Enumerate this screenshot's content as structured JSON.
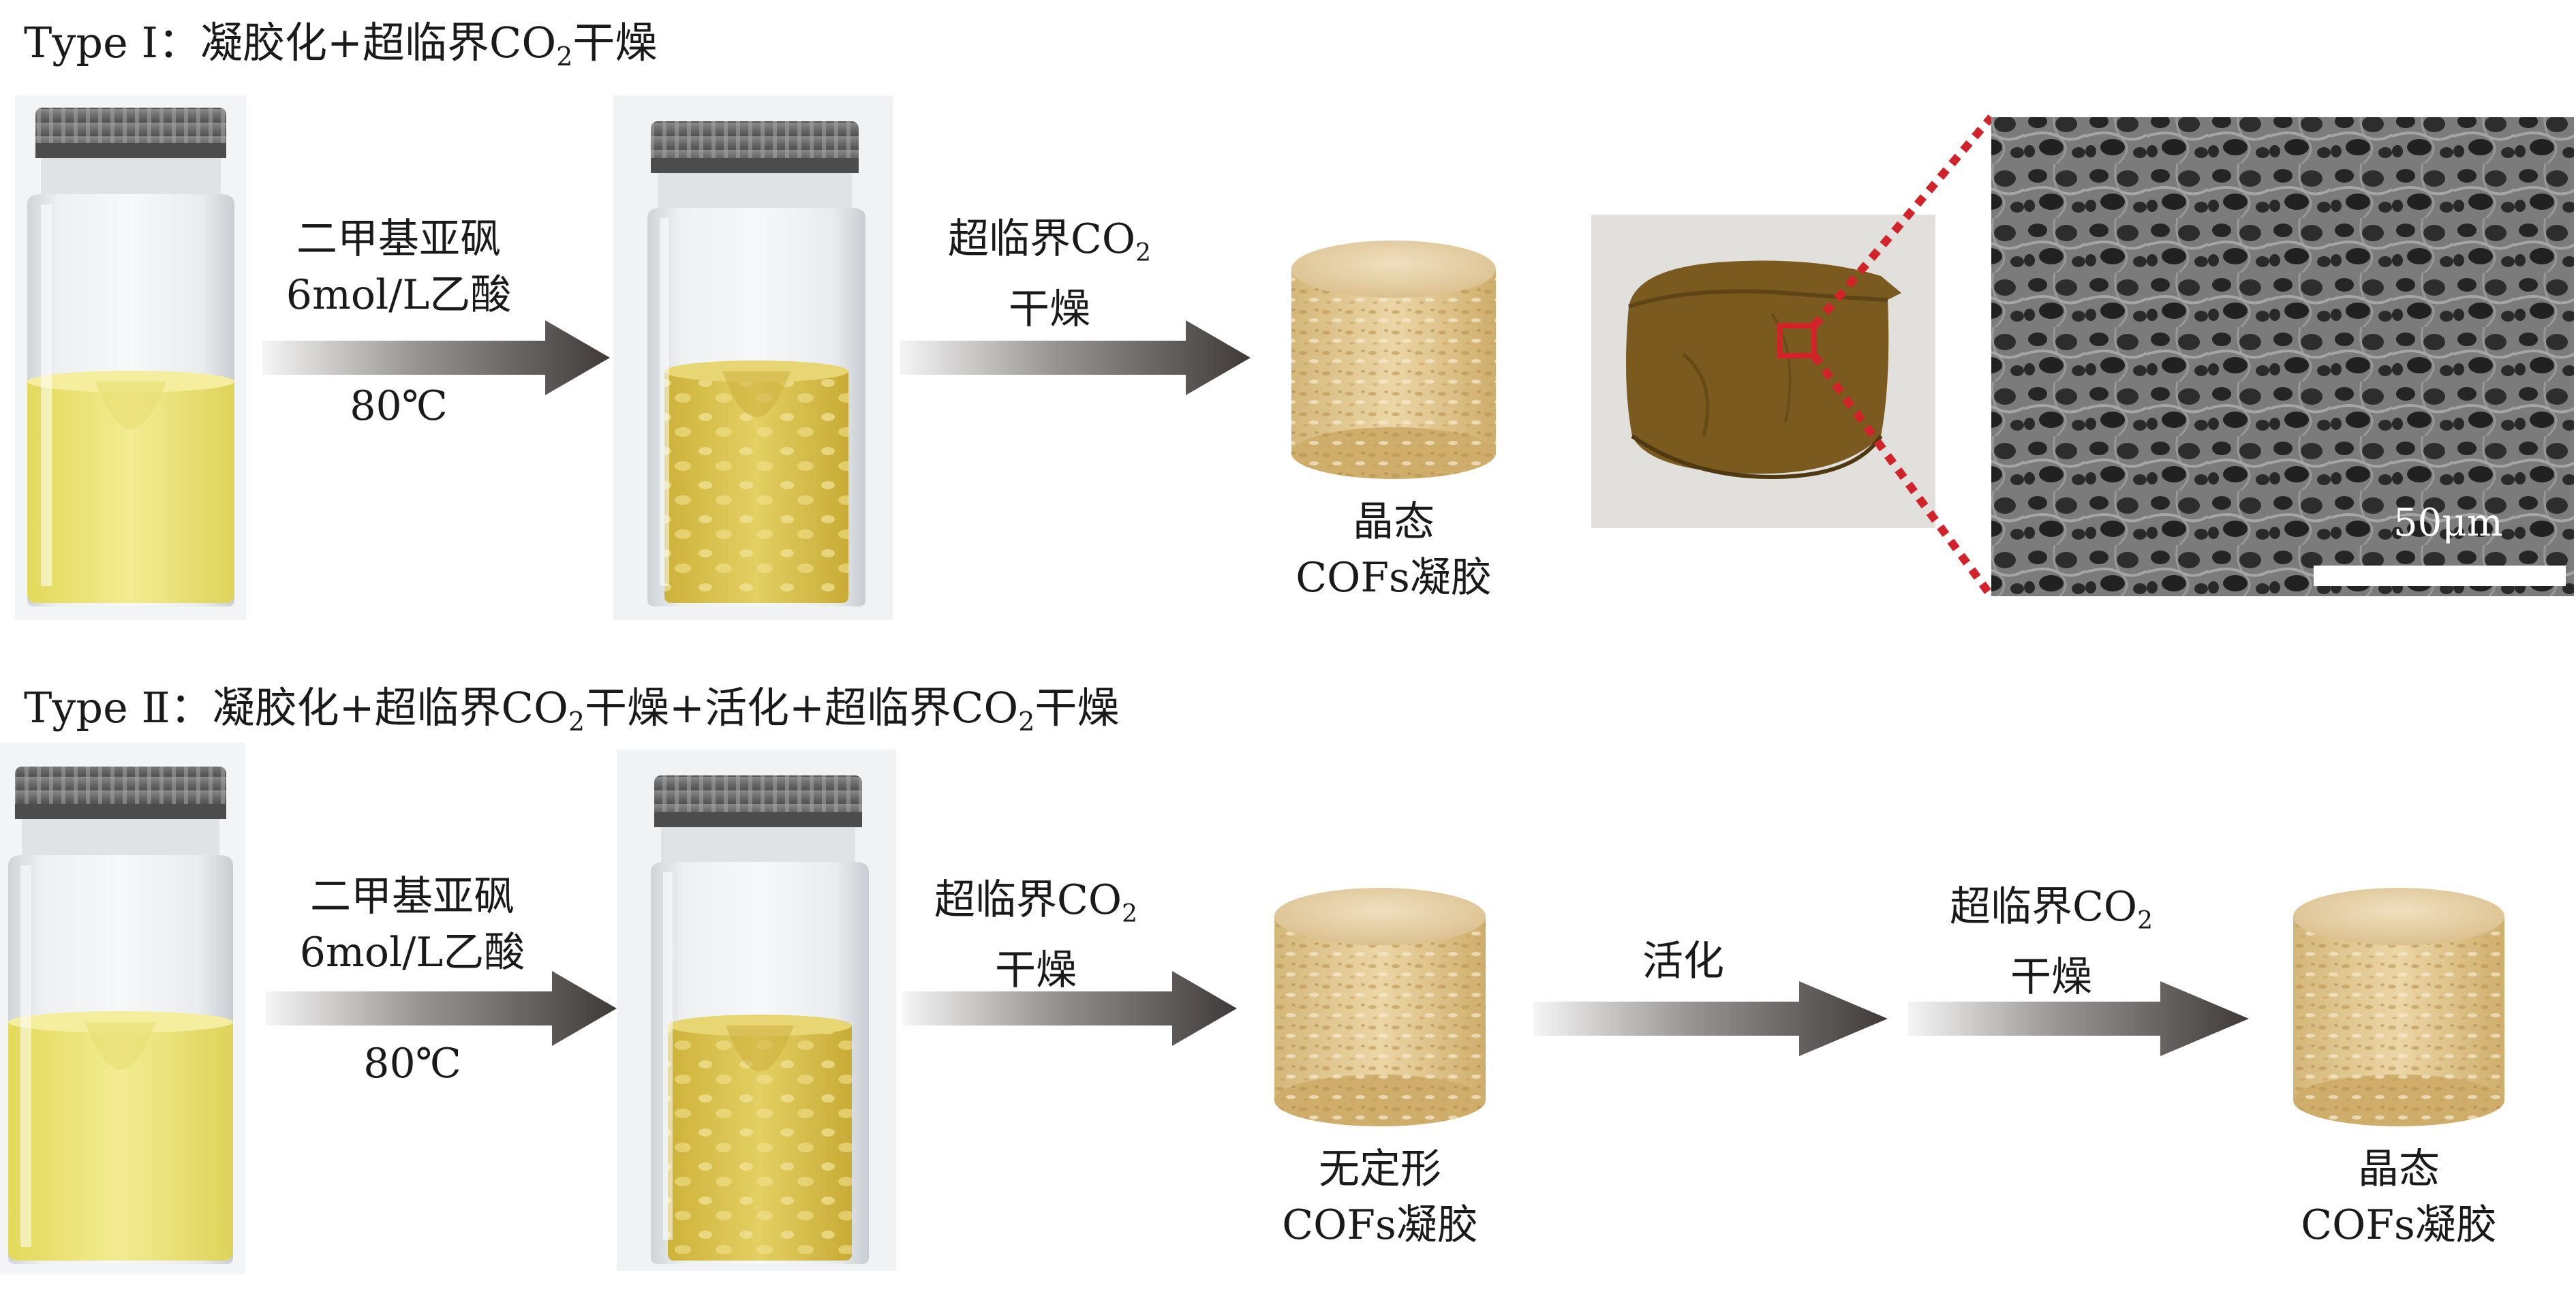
{
  "type1": {
    "title_prefix": "Type Ⅰ：凝胶化+超临界CO",
    "title_sub": "2",
    "title_suffix": "干燥",
    "step1_line1": "二甲基亚砜",
    "step1_line2": "6mol/L乙酸",
    "step1_temp": "80℃",
    "step2_line1_prefix": "超临界CO",
    "step2_line1_sub": "2",
    "step2_line2": "干燥",
    "product_line1": "晶态",
    "product_line2": "COFs凝胶",
    "scale_bar_label": "50μm"
  },
  "type2": {
    "title_prefix": "Type Ⅱ：凝胶化+超临界CO",
    "title_sub1": "2",
    "title_mid": "干燥+活化+超临界CO",
    "title_sub2": "2",
    "title_suffix": "干燥",
    "step1_line1": "二甲基亚砜",
    "step1_line2": "6mol/L乙酸",
    "step1_temp": "80℃",
    "step2_line1_prefix": "超临界CO",
    "step2_line1_sub": "2",
    "step2_line2": "干燥",
    "product1_line1": "无定形",
    "product1_line2": "COFs凝胶",
    "step3_label": "活化",
    "step4_line1_prefix": "超临界CO",
    "step4_line1_sub": "2",
    "step4_line2": "干燥",
    "product2_line1": "晶态",
    "product2_line2": "COFs凝胶"
  },
  "colors": {
    "arrow": "#3f3a38",
    "solution": "#ece57a",
    "gel": "#d9c24a",
    "cylinder": "#e4cc95",
    "photo_gel": "#7b5a20",
    "zoom_marker": "#d2232a"
  }
}
